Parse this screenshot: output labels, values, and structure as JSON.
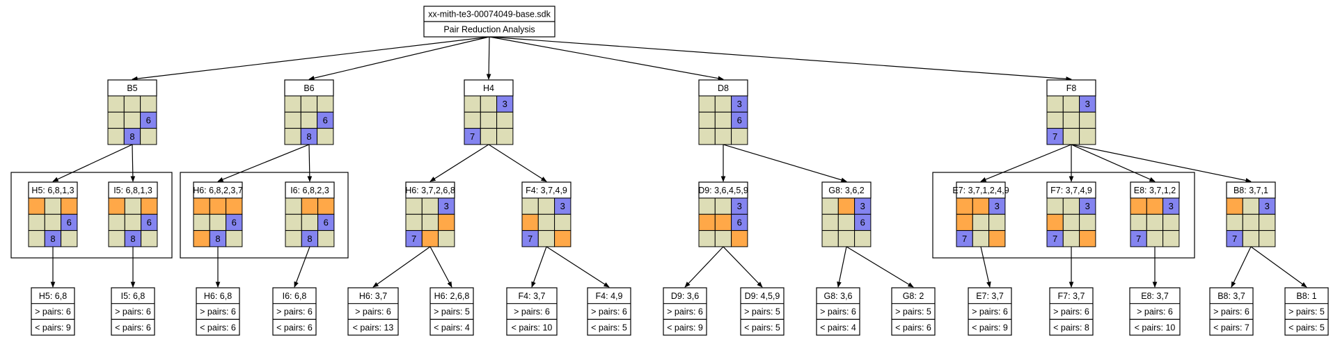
{
  "colors": {
    "empty": "#ddddb6",
    "given": "#8484f0",
    "candidate": "#ffa848",
    "line": "#000000"
  },
  "root": {
    "title": "xx-mith-te3-00074049-base.sdk",
    "subtitle": "Pair Reduction Analysis"
  },
  "grids": [
    {
      "id": "B5",
      "title": "B5",
      "cells": [
        "",
        "",
        "",
        "",
        "",
        "6",
        "",
        "8",
        ""
      ]
    },
    {
      "id": "B6",
      "title": "B6",
      "cells": [
        "",
        "",
        "",
        "",
        "",
        "6",
        "",
        "8",
        ""
      ]
    },
    {
      "id": "H4",
      "title": "H4",
      "cells": [
        "",
        "",
        "3",
        "",
        "",
        "",
        "7",
        "",
        ""
      ]
    },
    {
      "id": "D8",
      "title": "D8",
      "cells": [
        "",
        "",
        "3",
        "",
        "",
        "6",
        "",
        "",
        ""
      ]
    },
    {
      "id": "F8",
      "title": "F8",
      "cells": [
        "",
        "",
        "3",
        "",
        "",
        "",
        "7",
        "",
        ""
      ]
    },
    {
      "id": "H5",
      "title": "H5: 6,8,1,3",
      "cells": [
        "o",
        "",
        "o",
        "",
        "",
        "6",
        "",
        "8",
        ""
      ]
    },
    {
      "id": "I5",
      "title": "I5: 6,8,1,3",
      "cells": [
        "o",
        "",
        "o",
        "",
        "",
        "6",
        "",
        "8",
        ""
      ]
    },
    {
      "id": "H6",
      "title": "H6: 6,8,2,3,7",
      "cells": [
        "o",
        "o",
        "o",
        "",
        "",
        "6",
        "o",
        "8",
        ""
      ]
    },
    {
      "id": "I6",
      "title": "I6: 6,8,2,3",
      "cells": [
        "",
        "o",
        "o",
        "",
        "",
        "6",
        "",
        "8",
        ""
      ]
    },
    {
      "id": "H6b",
      "title": "H6: 3,7,2,6,8",
      "cells": [
        "",
        "",
        "3",
        "",
        "",
        "o",
        "7",
        "o",
        ""
      ]
    },
    {
      "id": "F4",
      "title": "F4: 3,7,4,9",
      "cells": [
        "",
        "",
        "3",
        "o",
        "",
        "",
        "7",
        "",
        "o"
      ]
    },
    {
      "id": "D9",
      "title": "D9: 3,6,4,5,9",
      "cells": [
        "",
        "",
        "3",
        "o",
        "o",
        "6",
        "",
        "",
        "o"
      ]
    },
    {
      "id": "G8",
      "title": "G8: 3,6,2",
      "cells": [
        "",
        "o",
        "3",
        "",
        "",
        "6",
        "",
        "",
        ""
      ]
    },
    {
      "id": "E7",
      "title": "E7: 3,7,1,2,4,9",
      "cells": [
        "o",
        "o",
        "3",
        "o",
        "",
        "",
        "7",
        "",
        "o"
      ]
    },
    {
      "id": "F7",
      "title": "F7: 3,7,4,9",
      "cells": [
        "",
        "",
        "3",
        "o",
        "",
        "",
        "7",
        "",
        "o"
      ]
    },
    {
      "id": "E8",
      "title": "E8: 3,7,1,2",
      "cells": [
        "o",
        "o",
        "3",
        "",
        "",
        "",
        "7",
        "",
        ""
      ]
    },
    {
      "id": "B8",
      "title": "B8: 3,7,1",
      "cells": [
        "o",
        "",
        "3",
        "",
        "",
        "",
        "7",
        "",
        ""
      ]
    }
  ],
  "leaves": [
    {
      "id": "L-H5",
      "rows": [
        "H5: 6,8",
        "> pairs: 6",
        "< pairs: 9"
      ]
    },
    {
      "id": "L-I5",
      "rows": [
        "I5: 6,8",
        "> pairs: 6",
        "< pairs: 6"
      ]
    },
    {
      "id": "L-H6",
      "rows": [
        "H6: 6,8",
        "> pairs: 6",
        "< pairs: 6"
      ]
    },
    {
      "id": "L-I6",
      "rows": [
        "I6: 6,8",
        "> pairs: 6",
        "< pairs: 6"
      ]
    },
    {
      "id": "L-H6a",
      "rows": [
        "H6: 3,7",
        "> pairs: 6",
        "< pairs: 13"
      ]
    },
    {
      "id": "L-H6b",
      "rows": [
        "H6: 2,6,8",
        "> pairs: 5",
        "< pairs: 4"
      ]
    },
    {
      "id": "L-F4a",
      "rows": [
        "F4: 3,7",
        "> pairs: 6",
        "< pairs: 10"
      ]
    },
    {
      "id": "L-F4b",
      "rows": [
        "F4: 4,9",
        "> pairs: 6",
        "< pairs: 5"
      ]
    },
    {
      "id": "L-D9a",
      "rows": [
        "D9: 3,6",
        "> pairs: 6",
        "< pairs: 9"
      ]
    },
    {
      "id": "L-D9b",
      "rows": [
        "D9: 4,5,9",
        "> pairs: 5",
        "< pairs: 5"
      ]
    },
    {
      "id": "L-G8a",
      "rows": [
        "G8: 3,6",
        "> pairs: 6",
        "< pairs: 4"
      ]
    },
    {
      "id": "L-G8b",
      "rows": [
        "G8: 2",
        "> pairs: 5",
        "< pairs: 6"
      ]
    },
    {
      "id": "L-E7",
      "rows": [
        "E7: 3,7",
        "> pairs: 6",
        "< pairs: 9"
      ]
    },
    {
      "id": "L-F7",
      "rows": [
        "F7: 3,7",
        "> pairs: 6",
        "< pairs: 8"
      ]
    },
    {
      "id": "L-E8",
      "rows": [
        "E8: 3,7",
        "> pairs: 6",
        "< pairs: 10"
      ]
    },
    {
      "id": "L-B8a",
      "rows": [
        "B8: 3,7",
        "> pairs: 6",
        "< pairs: 7"
      ]
    },
    {
      "id": "L-B8b",
      "rows": [
        "B8: 1",
        "> pairs: 5",
        "< pairs: 5"
      ]
    }
  ],
  "edges": [
    [
      "root",
      "B5"
    ],
    [
      "root",
      "B6"
    ],
    [
      "root",
      "H4"
    ],
    [
      "root",
      "D8"
    ],
    [
      "root",
      "F8"
    ],
    [
      "B5",
      "H5"
    ],
    [
      "B5",
      "I5"
    ],
    [
      "B6",
      "H6"
    ],
    [
      "B6",
      "I6"
    ],
    [
      "H4",
      "H6b"
    ],
    [
      "H4",
      "F4"
    ],
    [
      "D8",
      "D9"
    ],
    [
      "D8",
      "G8"
    ],
    [
      "F8",
      "E7"
    ],
    [
      "F8",
      "F7"
    ],
    [
      "F8",
      "E8"
    ],
    [
      "F8",
      "B8"
    ],
    [
      "H5",
      "L-H5"
    ],
    [
      "I5",
      "L-I5"
    ],
    [
      "H6",
      "L-H6"
    ],
    [
      "I6",
      "L-I6"
    ],
    [
      "H6b",
      "L-H6a"
    ],
    [
      "H6b",
      "L-H6b"
    ],
    [
      "F4",
      "L-F4a"
    ],
    [
      "F4",
      "L-F4b"
    ],
    [
      "D9",
      "L-D9a"
    ],
    [
      "D9",
      "L-D9b"
    ],
    [
      "G8",
      "L-G8a"
    ],
    [
      "G8",
      "L-G8b"
    ],
    [
      "E7",
      "L-E7"
    ],
    [
      "F7",
      "L-F7"
    ],
    [
      "E8",
      "L-E8"
    ],
    [
      "B8",
      "L-B8a"
    ],
    [
      "B8",
      "L-B8b"
    ]
  ]
}
